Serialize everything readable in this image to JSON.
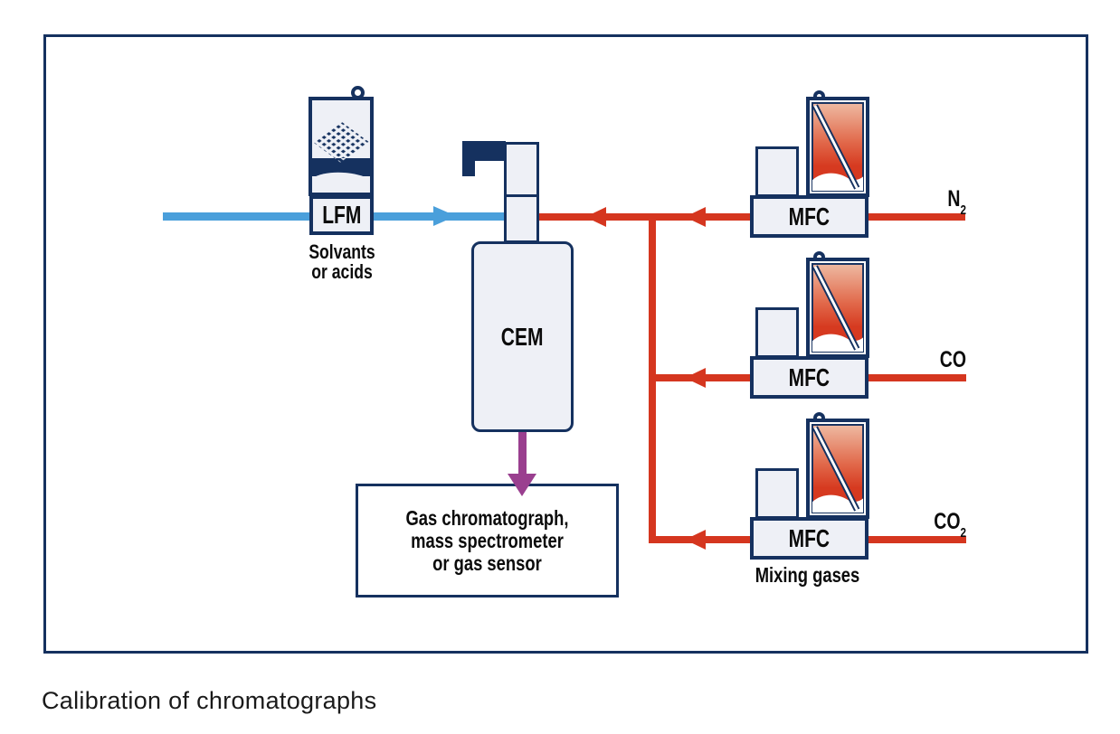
{
  "caption": "Calibration of chromatographs",
  "diagram": {
    "lfm": {
      "label": "LFM",
      "sublabel_line1": "Solvants",
      "sublabel_line2": "or acids"
    },
    "cem": {
      "label": "CEM"
    },
    "mfc_rows": [
      {
        "label": "MFC",
        "gas_main": "N",
        "gas_sub": "2"
      },
      {
        "label": "MFC",
        "gas_main": "CO",
        "gas_sub": ""
      },
      {
        "label": "MFC",
        "gas_main": "CO",
        "gas_sub": "2"
      }
    ],
    "mixing_label": "Mixing gases",
    "output_box": {
      "line1": "Gas chromatograph,",
      "line2": "mass spectrometer",
      "line3": "or gas sensor"
    },
    "colors": {
      "navy": "#15315f",
      "panel_fill": "#eef0f6",
      "liquid_blue": "#4a9fdb",
      "gas_red": "#d5361f",
      "vapor_purple": "#9a3f8f"
    }
  }
}
